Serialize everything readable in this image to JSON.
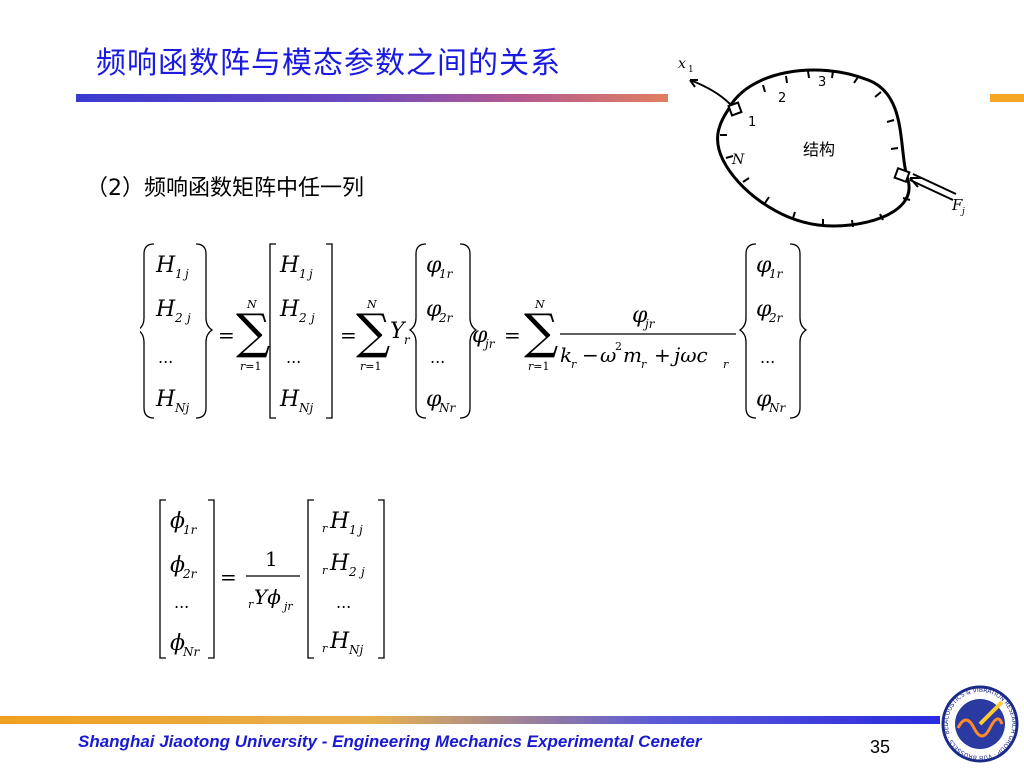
{
  "slide": {
    "title": "频响函数阵与模态参数之间的关系",
    "subtitle": "（2）频响函数矩阵中任一列",
    "page_number": "35",
    "footer": "Shanghai Jiaotong University - Engineering Mechanics Experimental Ceneter"
  },
  "figure": {
    "label_structure": "结构",
    "label_x": "x",
    "label_x_sub": "1",
    "label_F": "F",
    "label_F_sub": "j",
    "label_N": "N",
    "point_1": "1",
    "point_2": "2",
    "point_3": "3"
  },
  "logo": {
    "text": "ACOUSTICS & VIBRATION RESEARCH GROUP · VUB BRUSSELS · BELGIUM"
  },
  "colors": {
    "title": "#1a1ae0",
    "footer": "#1a1ad0",
    "accent_orange": "#f5a623"
  }
}
